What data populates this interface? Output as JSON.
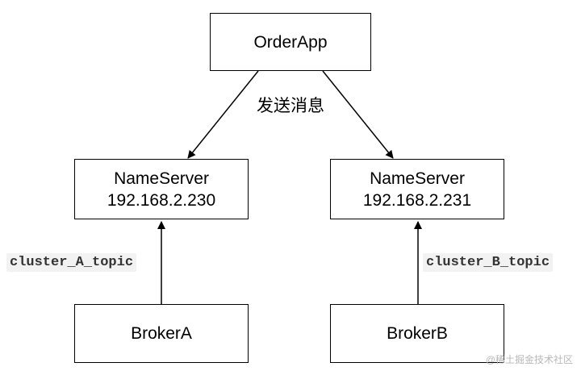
{
  "nodes": {
    "order_app": {
      "label": "OrderApp"
    },
    "name_server_a": {
      "label": "NameServer",
      "ip": "192.168.2.230"
    },
    "name_server_b": {
      "label": "NameServer",
      "ip": "192.168.2.231"
    },
    "broker_a": {
      "label": "BrokerA"
    },
    "broker_b": {
      "label": "BrokerB"
    }
  },
  "edges": {
    "send_message_label": "发送消息",
    "cluster_a_topic": "cluster_A_topic",
    "cluster_b_topic": "cluster_B_topic"
  },
  "watermark": "@稀土掘金技术社区",
  "colors": {
    "stroke": "#000000",
    "code_background": "#f2f2f2",
    "code_text": "#333333",
    "watermark_text": "#b8b8b8"
  }
}
